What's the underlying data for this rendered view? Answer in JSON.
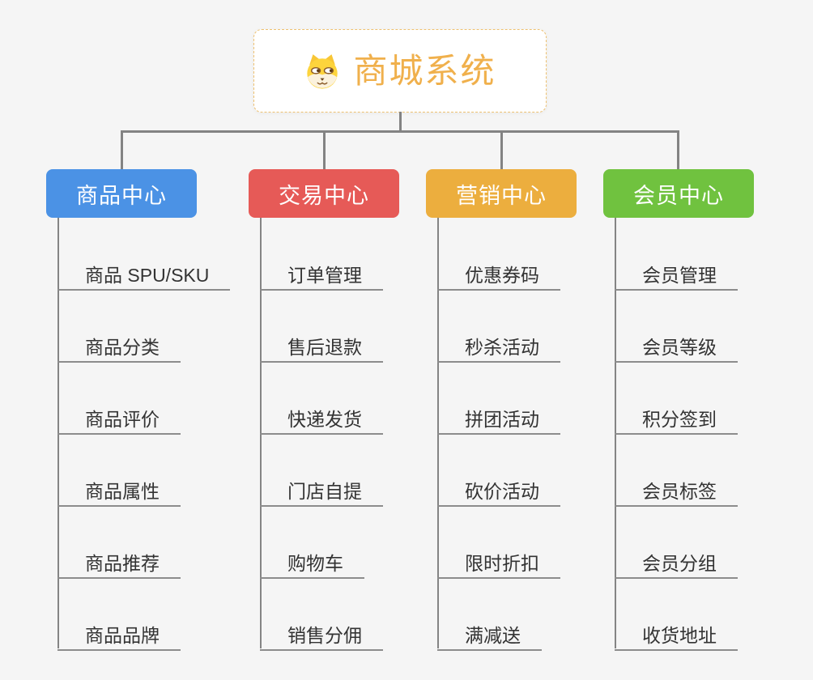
{
  "canvas": {
    "background": "#f5f5f5",
    "connector_color": "#838383"
  },
  "root": {
    "label": "商城系统",
    "icon": "shiba-dog-icon",
    "text_color": "#f0b04c",
    "border_color": "#eec171",
    "background": "#ffffff"
  },
  "branches": [
    {
      "label": "商品中心",
      "color": "#4b92e5",
      "items": [
        "商品 SPU/SKU",
        "商品分类",
        "商品评价",
        "商品属性",
        "商品推荐",
        "商品品牌"
      ]
    },
    {
      "label": "交易中心",
      "color": "#e65a57",
      "items": [
        "订单管理",
        "售后退款",
        "快递发货",
        "门店自提",
        "购物车",
        "销售分佣"
      ]
    },
    {
      "label": "营销中心",
      "color": "#ecae3e",
      "items": [
        "优惠券码",
        "秒杀活动",
        "拼团活动",
        "砍价活动",
        "限时折扣",
        "满减送"
      ]
    },
    {
      "label": "会员中心",
      "color": "#70c23f",
      "items": [
        "会员管理",
        "会员等级",
        "积分签到",
        "会员标签",
        "会员分组",
        "收货地址"
      ]
    }
  ]
}
